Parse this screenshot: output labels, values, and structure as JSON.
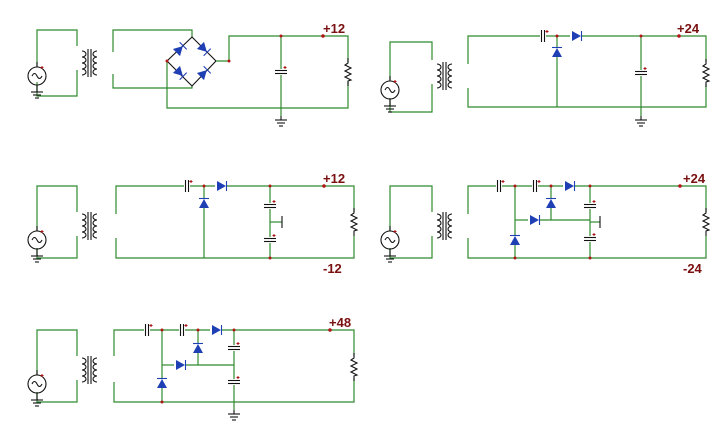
{
  "circuits": [
    {
      "name": "bridge-rectifier-12v",
      "labels": [
        "+12"
      ]
    },
    {
      "name": "voltage-doubler-24v",
      "labels": [
        "+24"
      ]
    },
    {
      "name": "symmetric-supply-12v",
      "labels": [
        "+12",
        "-12"
      ]
    },
    {
      "name": "symmetric-doubler-24v",
      "labels": [
        "+24",
        "-24"
      ]
    },
    {
      "name": "voltage-quadrupler-48v",
      "labels": [
        "+48"
      ]
    }
  ],
  "colors": {
    "wire": "#2e8b2e",
    "component": "#111111",
    "diode": "#1f3fb5",
    "label": "#7a1010",
    "terminal": "#b01616"
  },
  "icons": [
    "ac-source-icon",
    "transformer-icon",
    "diode-icon",
    "capacitor-icon",
    "resistor-icon",
    "ground-icon"
  ]
}
